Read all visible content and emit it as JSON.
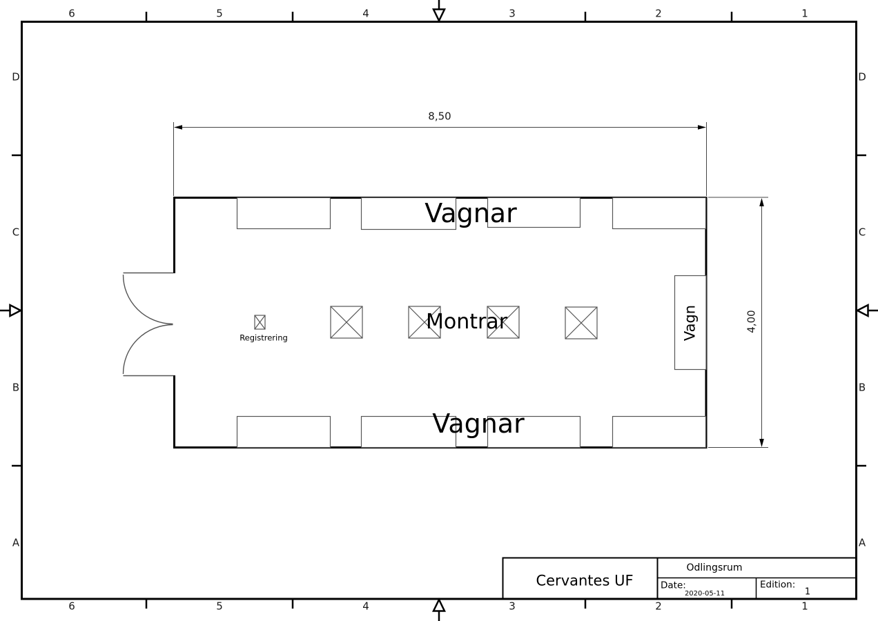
{
  "frame": {
    "columns": [
      "6",
      "5",
      "4",
      "3",
      "2",
      "1"
    ],
    "rows": [
      "D",
      "C",
      "B",
      "A"
    ]
  },
  "plan": {
    "labels": {
      "vagnar_top": "Vagnar",
      "vagnar_bottom": "Vagnar",
      "montrar": "Montrar",
      "registrering": "Registrering",
      "vagn": "Vagn"
    },
    "dimensions": {
      "width": "8,50",
      "height": "4,00"
    }
  },
  "title_block": {
    "company": "Cervantes UF",
    "drawing_title": "Odlingsrum",
    "date_label": "Date:",
    "date_value": "2020-05-11",
    "edition_label": "Edition:",
    "edition_value": "1"
  },
  "colors": {
    "background": "#ffffff",
    "heavy_line": "#000000",
    "thin_line": "#555555"
  }
}
